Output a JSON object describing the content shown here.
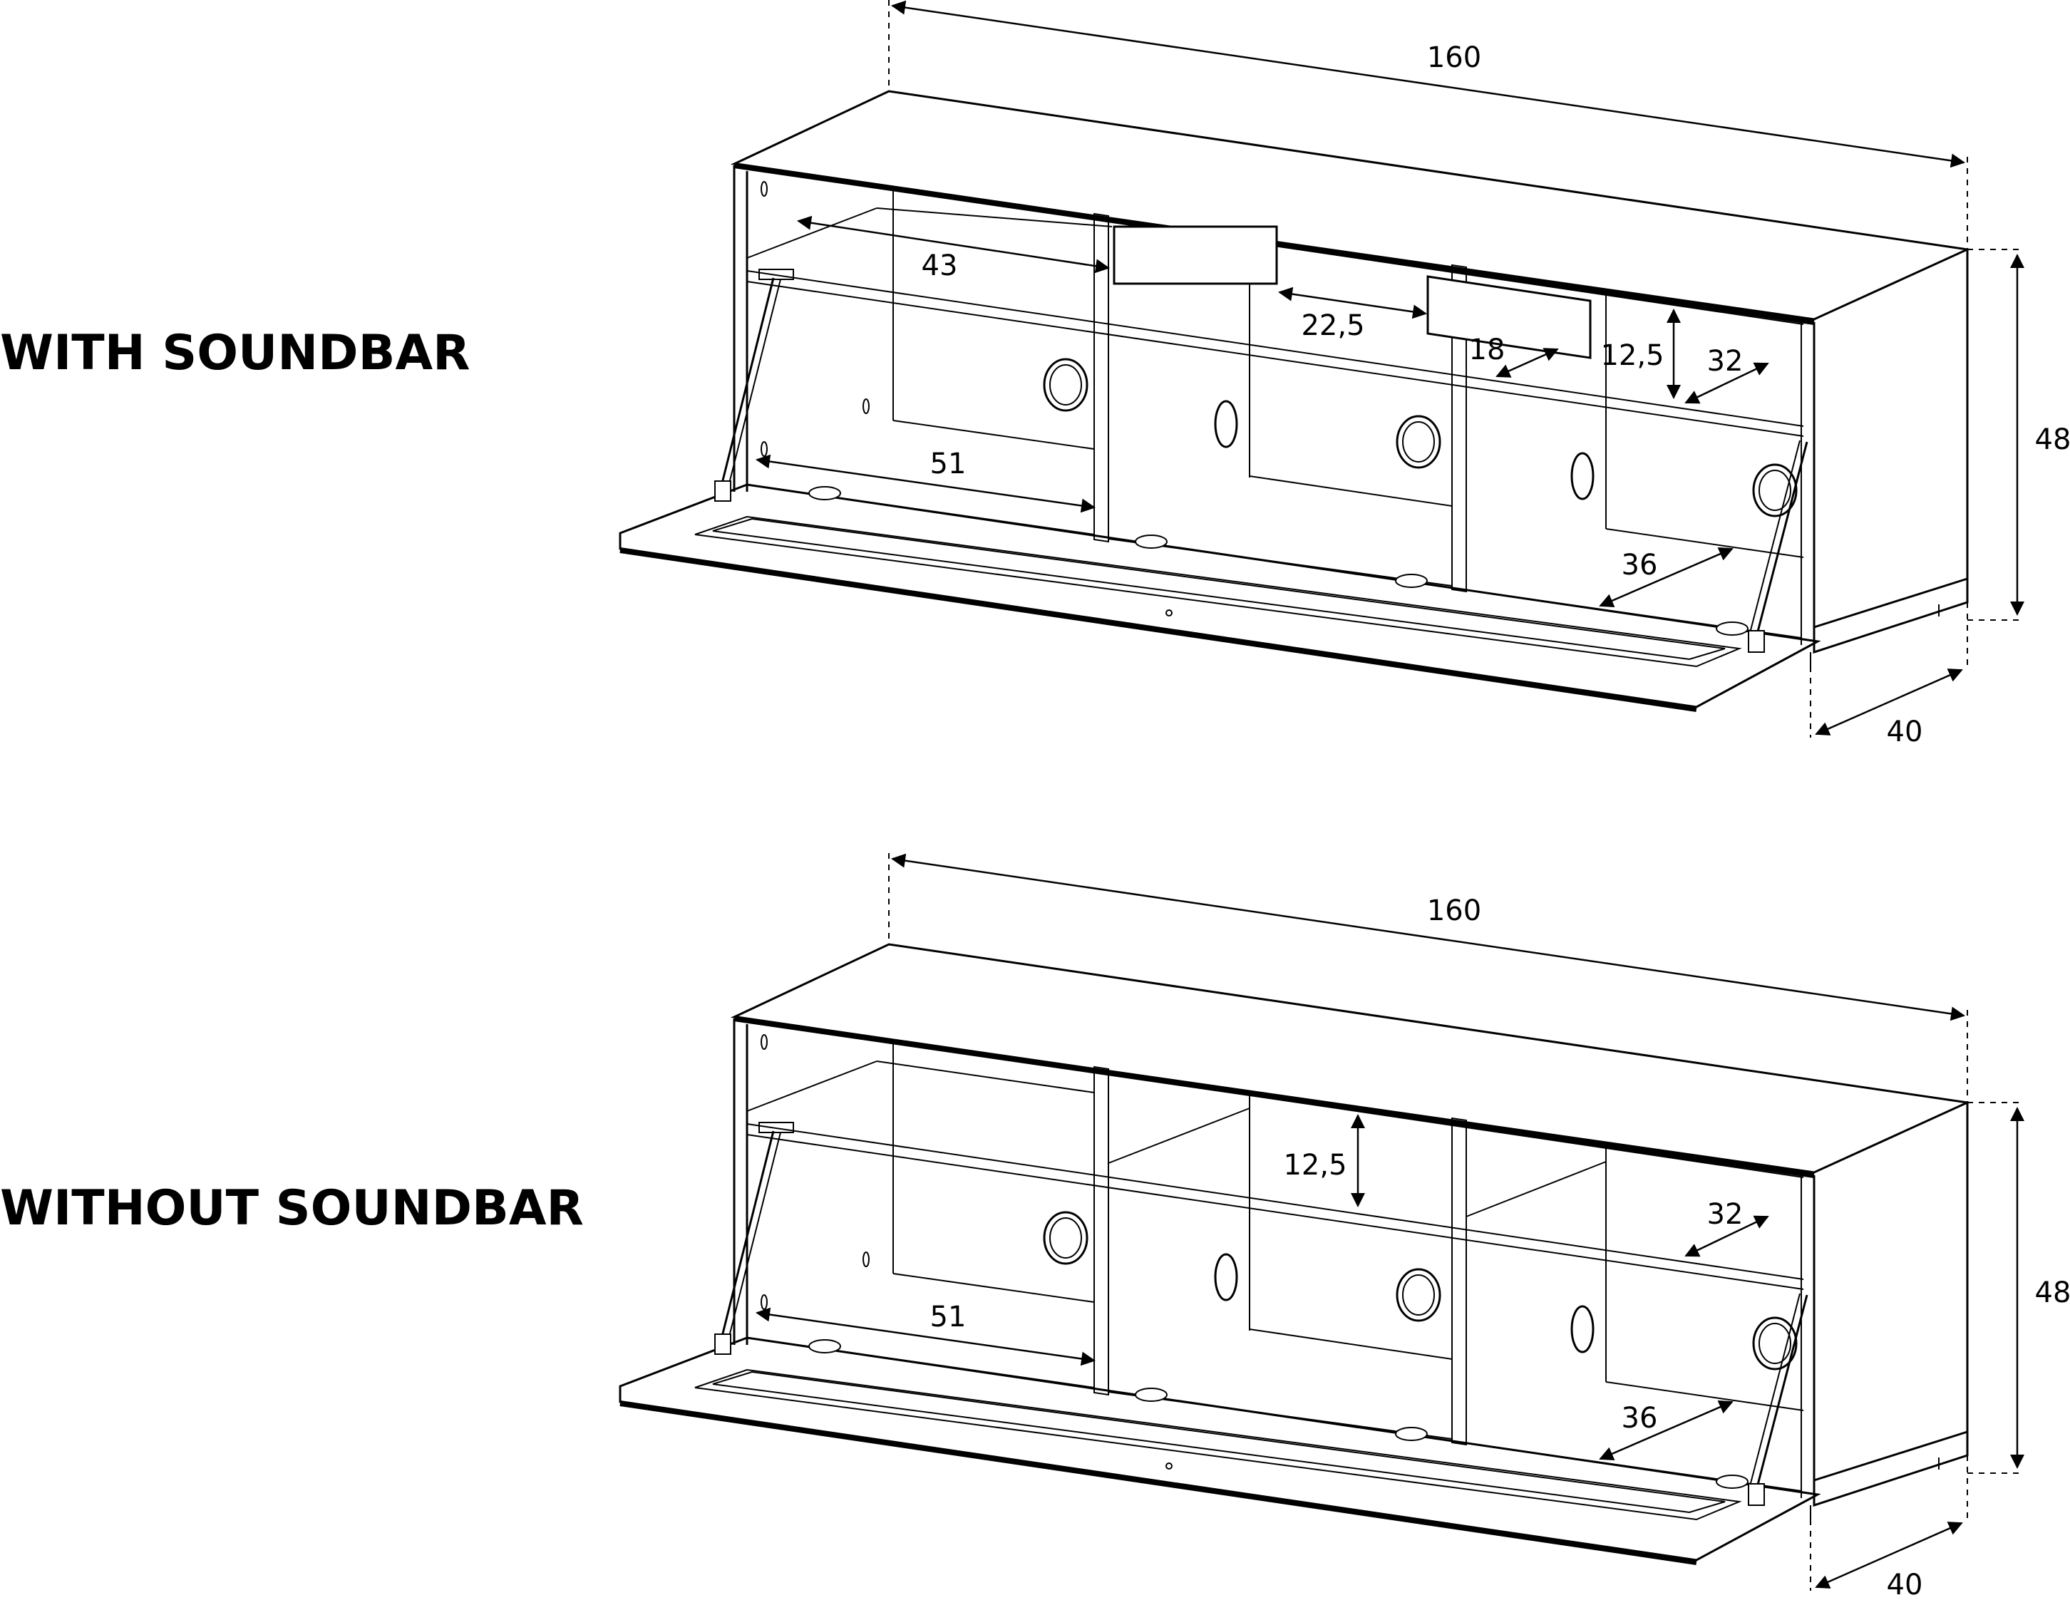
{
  "labels": {
    "with_soundbar": "WITH SOUNDBAR",
    "without_soundbar": "WITHOUT SOUNDBAR"
  },
  "with_soundbar": {
    "width": "160",
    "height": "48",
    "depth": "40",
    "soundbar_shelf_width": "43",
    "soundbar_gap": "22,5",
    "soundbar_depth": "18",
    "shelf_height": "12,5",
    "shelf_depth": "32",
    "compartment_width": "51",
    "compartment_depth": "36"
  },
  "without_soundbar": {
    "width": "160",
    "height": "48",
    "depth": "40",
    "shelf_height": "12,5",
    "shelf_depth": "32",
    "compartment_width": "51",
    "compartment_depth": "36"
  }
}
